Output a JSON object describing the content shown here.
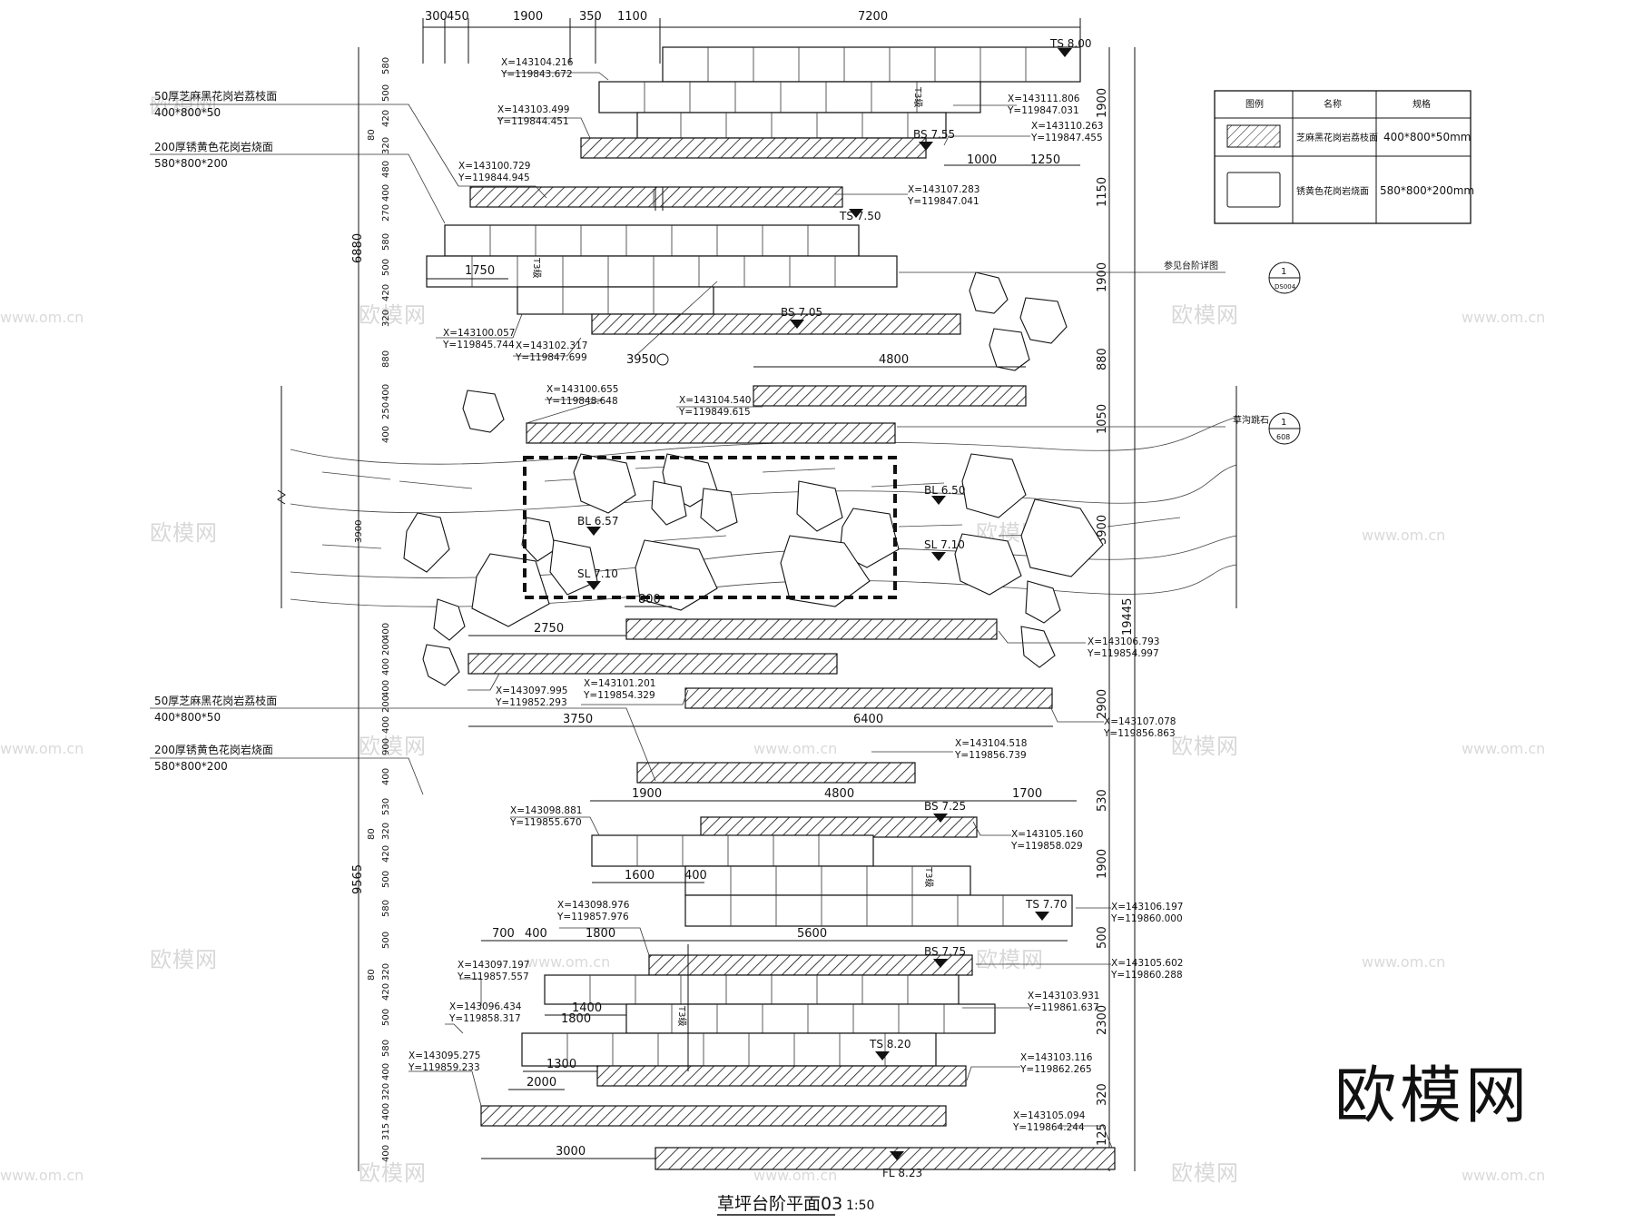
{
  "colors": {
    "ink": "#111111",
    "watermark": "#d8d8d8",
    "paper": "#ffffff"
  },
  "top_dims": [
    "300",
    "450",
    "1900",
    "350",
    "1100",
    "7200"
  ],
  "left_dims": [
    "580",
    "500",
    "420",
    "80",
    "320",
    "480",
    "400",
    "270",
    "580",
    "500",
    "420",
    "320",
    "880",
    "400",
    "250",
    "400",
    "3900",
    "400",
    "200",
    "400",
    "400",
    "200",
    "400",
    "900",
    "400",
    "530",
    "80",
    "320",
    "420",
    "500",
    "580",
    "500",
    "80",
    "320",
    "420",
    "500",
    "580",
    "400",
    "320",
    "400",
    "315",
    "400",
    "6880",
    "9565"
  ],
  "right_dims": [
    "1900",
    "1150",
    "1900",
    "880",
    "1050",
    "3900",
    "2900",
    "530",
    "1900",
    "500",
    "2300",
    "320",
    "125",
    "19445"
  ],
  "inner_dims": {
    "d1000": "1000",
    "d1250": "1250",
    "d1750": "1750",
    "d3950": "3950",
    "d4800a": "4800",
    "d800": "800",
    "d2750": "2750",
    "d3750": "3750",
    "d6400": "6400",
    "d1900b": "1900",
    "d4800b": "4800",
    "d1700": "1700",
    "d1600": "1600",
    "d400": "400",
    "d700": "700",
    "d400b": "400",
    "d1800": "1800",
    "d5600": "5600",
    "d1400": "1400",
    "d1800b": "1800",
    "d1300": "1300",
    "d2000": "2000",
    "d3000": "3000"
  },
  "coords": [
    {
      "x": "X=143104.216",
      "y": "Y=119843.672"
    },
    {
      "x": "X=143103.499",
      "y": "Y=119844.451"
    },
    {
      "x": "X=143111.806",
      "y": "Y=119847.031"
    },
    {
      "x": "X=143110.263",
      "y": "Y=119847.455"
    },
    {
      "x": "X=143100.729",
      "y": "Y=119844.945"
    },
    {
      "x": "X=143107.283",
      "y": "Y=119847.041"
    },
    {
      "x": "X=143100.057",
      "y": "Y=119845.744"
    },
    {
      "x": "X=143102.317",
      "y": "Y=119847.699"
    },
    {
      "x": "X=143100.655",
      "y": "Y=119848.648"
    },
    {
      "x": "X=143104.540",
      "y": "Y=119849.615"
    },
    {
      "x": "X=143106.793",
      "y": "Y=119854.997"
    },
    {
      "x": "X=143097.995",
      "y": "Y=119852.293"
    },
    {
      "x": "X=143101.201",
      "y": "Y=119854.329"
    },
    {
      "x": "X=143107.078",
      "y": "Y=119856.863"
    },
    {
      "x": "X=143104.518",
      "y": "Y=119856.739"
    },
    {
      "x": "X=143098.881",
      "y": "Y=119855.670"
    },
    {
      "x": "X=143105.160",
      "y": "Y=119858.029"
    },
    {
      "x": "X=143106.197",
      "y": "Y=119860.000"
    },
    {
      "x": "X=143098.976",
      "y": "Y=119857.976"
    },
    {
      "x": "X=143097.197",
      "y": "Y=119857.557"
    },
    {
      "x": "X=143105.602",
      "y": "Y=119860.288"
    },
    {
      "x": "X=143096.434",
      "y": "Y=119858.317"
    },
    {
      "x": "X=143103.931",
      "y": "Y=119861.637"
    },
    {
      "x": "X=143095.275",
      "y": "Y=119859.233"
    },
    {
      "x": "X=143103.116",
      "y": "Y=119862.265"
    },
    {
      "x": "X=143105.094",
      "y": "Y=119864.244"
    }
  ],
  "levels": [
    "TS 8.00",
    "BS 7.55",
    "TS 7.50",
    "BS 7.05",
    "BL 6.50",
    "BL 6.57",
    "SL 7.10",
    "SL 7.10",
    "BS 7.25",
    "TS 7.70",
    "BS 7.75",
    "TS 8.20",
    "FL 8.23"
  ],
  "step_tag": "T3级",
  "annotations": {
    "a1_l1": "50厚芝麻黑花岗岩荔枝面",
    "a1_l2": "400*800*50",
    "a2_l1": "200厚锈黄色花岗岩烧面",
    "a2_l2": "580*800*200",
    "a3_l1": "50厚芝麻黑花岗岩荔枝面",
    "a3_l2": "400*800*50",
    "a4_l1": "200厚锈黄色花岗岩烧面",
    "a4_l2": "580*800*200",
    "ref1": "参见台阶详图",
    "ref1_num": "1",
    "ref1_sheet": "DS004",
    "ref2": "草沟跳石",
    "ref2_num": "1",
    "ref2_sheet": "608"
  },
  "legend": {
    "headers": [
      "图例",
      "名称",
      "规格"
    ],
    "rows": [
      {
        "name": "芝麻黑花岗岩荔枝面",
        "spec": "400*800*50mm"
      },
      {
        "name": "锈黄色花岗岩烧面",
        "spec": "580*800*200mm"
      }
    ]
  },
  "title": "草坪台阶平面03",
  "scale": "1:50",
  "watermarks": [
    "欧模网",
    "www.om.cn"
  ],
  "brand_mark": "欧模网"
}
